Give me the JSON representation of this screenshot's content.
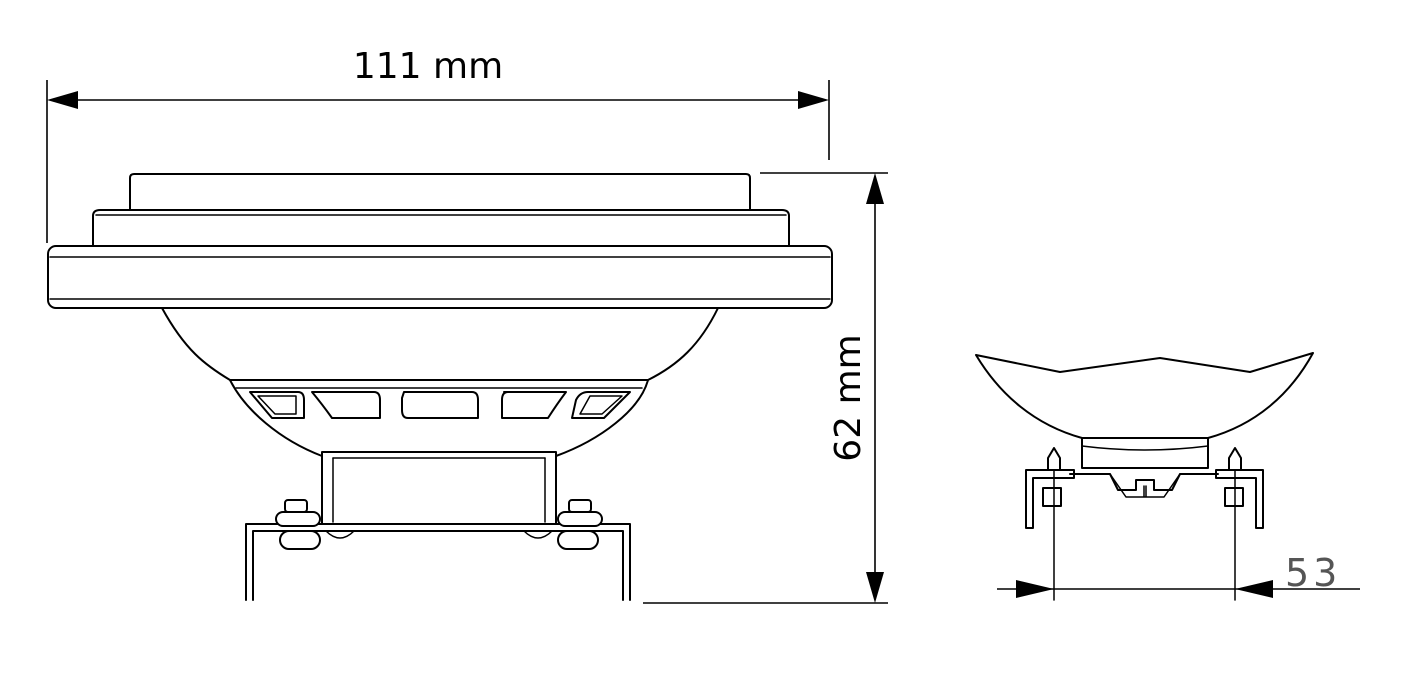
{
  "diagram": {
    "width_label": "111 mm",
    "height_label": "62 mm",
    "pin_spacing_label": "53"
  }
}
